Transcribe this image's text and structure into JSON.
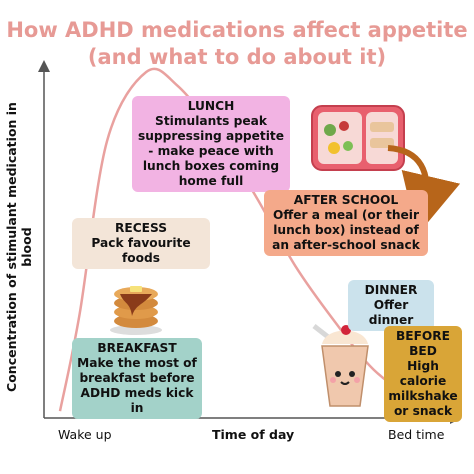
{
  "title_line1": "How ADHD medications affect appetite",
  "title_line2": "(and what to do about it)",
  "chart_data": {
    "type": "line",
    "xlabel": "Time of day",
    "ylabel": "Concentration of stimulant medication in blood",
    "x_tick_labels": [
      "Wake up",
      "Bed time"
    ],
    "series": [
      {
        "x": [
          0,
          0.05,
          0.12,
          0.22,
          0.3,
          0.4,
          0.5,
          0.6,
          0.7,
          0.8,
          0.9,
          1.0
        ],
        "y": [
          0.02,
          0.3,
          0.8,
          1.0,
          0.96,
          0.82,
          0.64,
          0.44,
          0.28,
          0.14,
          0.06,
          0.02
        ]
      }
    ],
    "ylim": [
      0,
      1
    ],
    "grid": false,
    "colors": {
      "line": "#e9a19f",
      "axis": "#555555"
    }
  },
  "annotations": {
    "lunch": {
      "heading": "LUNCH",
      "text": "Stimulants peak suppressing appetite - make peace with lunch boxes coming home full",
      "color": "#f2b3e3"
    },
    "recess": {
      "heading": "RECESS",
      "text": "Pack favourite foods",
      "color": "#f3e5d8"
    },
    "after_school": {
      "heading": "AFTER SCHOOL",
      "text": "Offer a meal (or their lunch box) instead of an after-school snack",
      "color": "#f4a98a"
    },
    "dinner": {
      "heading": "DINNER",
      "text": "Offer dinner",
      "color": "#cbe2ec"
    },
    "breakfast": {
      "heading": "BREAKFAST",
      "text": "Make the most of breakfast before ADHD meds kick in",
      "color": "#a3d2c9"
    },
    "before_bed": {
      "heading": "BEFORE BED",
      "text": "High calorie milkshake or snack",
      "color": "#d9a537"
    }
  },
  "icons": [
    "lunch-box-icon",
    "pancakes-icon",
    "milkshake-icon",
    "curved-arrow-icon"
  ]
}
